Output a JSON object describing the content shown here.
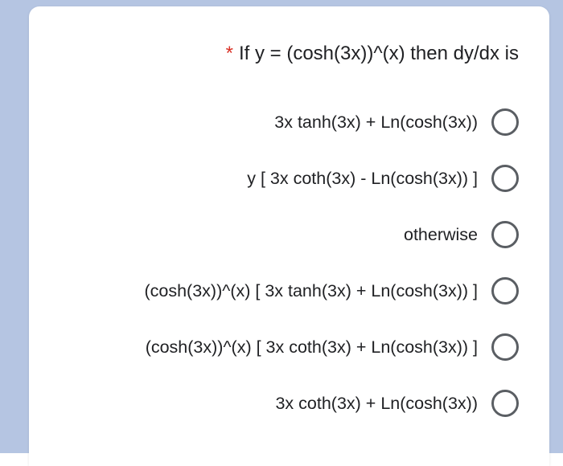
{
  "question": {
    "required_marker": "*",
    "text": "If y = (cosh(3x))^(x) then dy/dx is"
  },
  "options": [
    {
      "label": "3x tanh(3x) + Ln(cosh(3x))"
    },
    {
      "label": "y [ 3x coth(3x) - Ln(cosh(3x)) ]"
    },
    {
      "label": "otherwise"
    },
    {
      "label": "(cosh(3x))^(x) [ 3x tanh(3x) + Ln(cosh(3x)) ]"
    },
    {
      "label": "(cosh(3x))^(x) [ 3x coth(3x) + Ln(cosh(3x)) ]"
    },
    {
      "label": "3x coth(3x) + Ln(cosh(3x))"
    }
  ],
  "colors": {
    "background_blue": "#b5c5e2",
    "card_white": "#ffffff",
    "text": "#202124",
    "required_red": "#d93025",
    "radio_border": "#5a5e63"
  }
}
